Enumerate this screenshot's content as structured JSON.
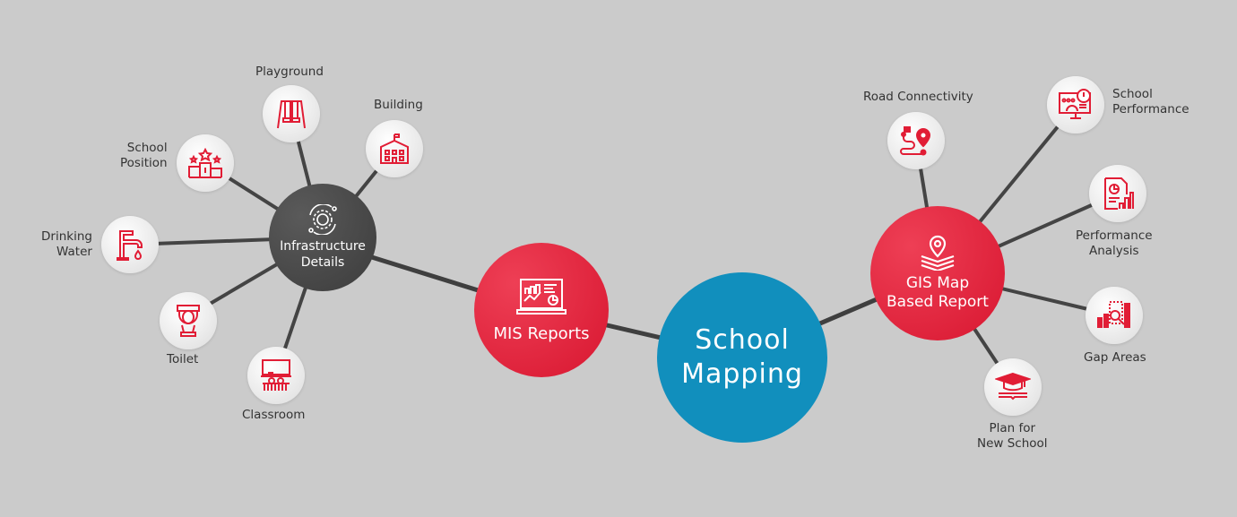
{
  "colors": {
    "background": "#cbcbcb",
    "accent_red": "#e11d35",
    "core_blue": "#118fbd",
    "dark_hub": "#4a4a4a",
    "connector": "#3f3f3f",
    "icon_red": "#e11d35"
  },
  "core": {
    "line1": "School",
    "line2": "Mapping"
  },
  "hubs": {
    "mis": {
      "label": "MIS Reports",
      "icon": "laptop-analytics-icon"
    },
    "gis": {
      "line1": "GIS Map",
      "line2": "Based Report",
      "icon": "map-pin-layers-icon"
    },
    "infra": {
      "line1": "Infrastructure",
      "line2": "Details",
      "icon": "gear-cycle-icon"
    }
  },
  "infra_items": [
    {
      "line1": "Playground",
      "line2": "",
      "icon": "swing-icon"
    },
    {
      "line1": "Building",
      "line2": "",
      "icon": "school-building-icon"
    },
    {
      "line1": "School",
      "line2": "Position",
      "icon": "podium-stars-icon"
    },
    {
      "line1": "Drinking",
      "line2": "Water",
      "icon": "faucet-icon"
    },
    {
      "line1": "Toilet",
      "line2": "",
      "icon": "toilet-icon"
    },
    {
      "line1": "Classroom",
      "line2": "",
      "icon": "classroom-icon"
    }
  ],
  "gis_items": [
    {
      "line1": "Road Connectivity",
      "line2": "",
      "icon": "route-pin-icon"
    },
    {
      "line1": "School",
      "line2": "Performance",
      "icon": "monitor-gauge-icon"
    },
    {
      "line1": "Performance",
      "line2": "Analysis",
      "icon": "report-chart-icon"
    },
    {
      "line1": "Gap Areas",
      "line2": "",
      "icon": "bar-chart-search-icon"
    },
    {
      "line1": "Plan for",
      "line2": "New School",
      "icon": "graduation-book-icon"
    }
  ]
}
